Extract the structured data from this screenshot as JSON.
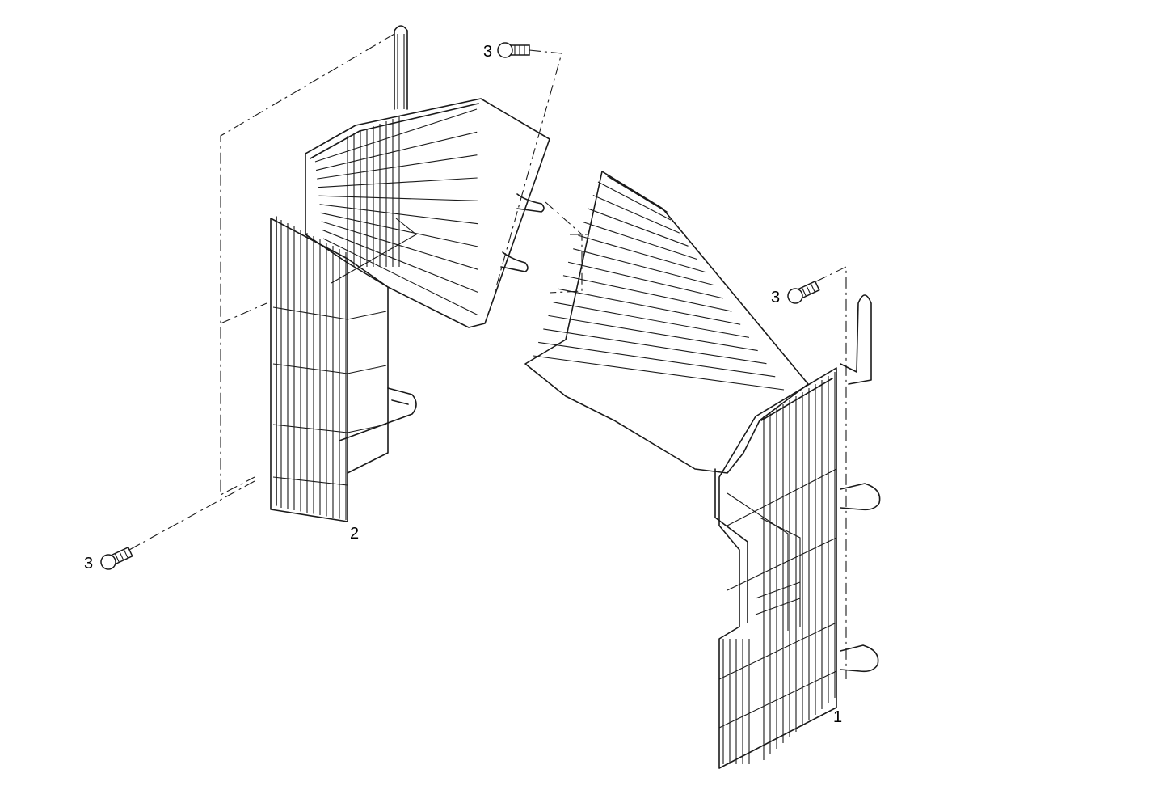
{
  "diagram": {
    "callouts": [
      {
        "id": "part-1",
        "label": "1"
      },
      {
        "id": "part-2",
        "label": "2"
      },
      {
        "id": "bolt-top",
        "label": "3"
      },
      {
        "id": "bolt-right",
        "label": "3"
      },
      {
        "id": "bolt-left",
        "label": "3"
      }
    ],
    "colors": {
      "line": "#1a1a1a",
      "background": "#ffffff"
    }
  }
}
